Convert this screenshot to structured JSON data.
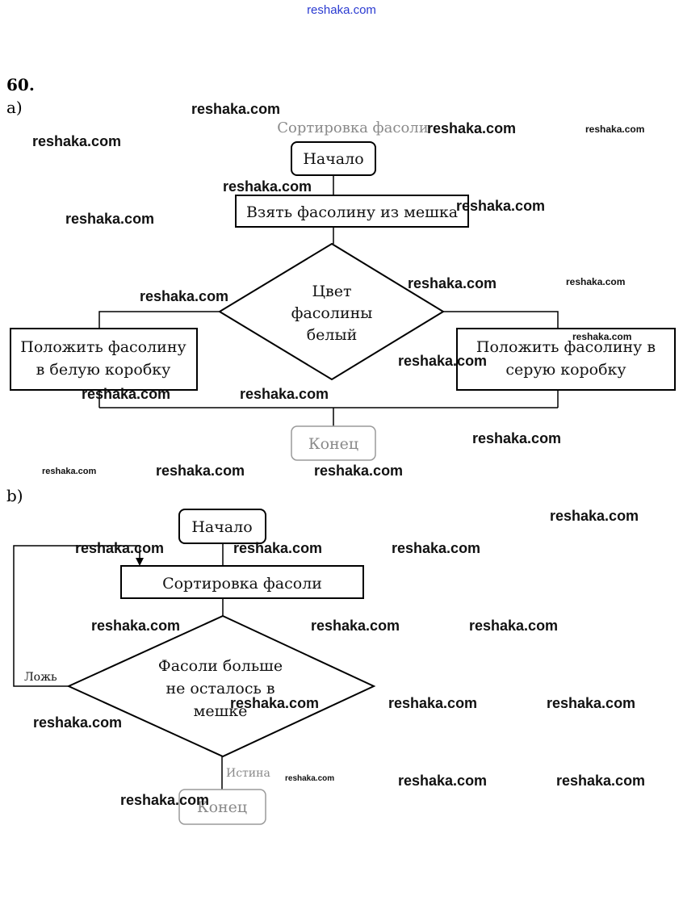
{
  "header": {
    "site_link": "reshaka.com",
    "problem_number": "60."
  },
  "part_a": {
    "label": "a)",
    "title": "Сортировка фасоли",
    "start": "Начало",
    "step": "Взять фасолину из мешка",
    "decision": [
      "Цвет",
      "фасолины",
      "белый"
    ],
    "left_action": [
      "Положить фасолину",
      "в белую коробку"
    ],
    "right_action": [
      "Положить фасолину в",
      "серую коробку"
    ],
    "end": "Конец"
  },
  "part_b": {
    "label": "b)",
    "start": "Начало",
    "step": "Сортировка фасоли",
    "decision": [
      "Фасоли больше",
      "не осталось в",
      "мешке"
    ],
    "false_label": "Ложь",
    "true_label": "Истина",
    "end": "Конец"
  },
  "watermark_text": "reshaka.com",
  "colors": {
    "lines": "#000000",
    "text": "#111111",
    "watermark_top": "#2a3ad1",
    "faint": "#9a9a9a"
  }
}
